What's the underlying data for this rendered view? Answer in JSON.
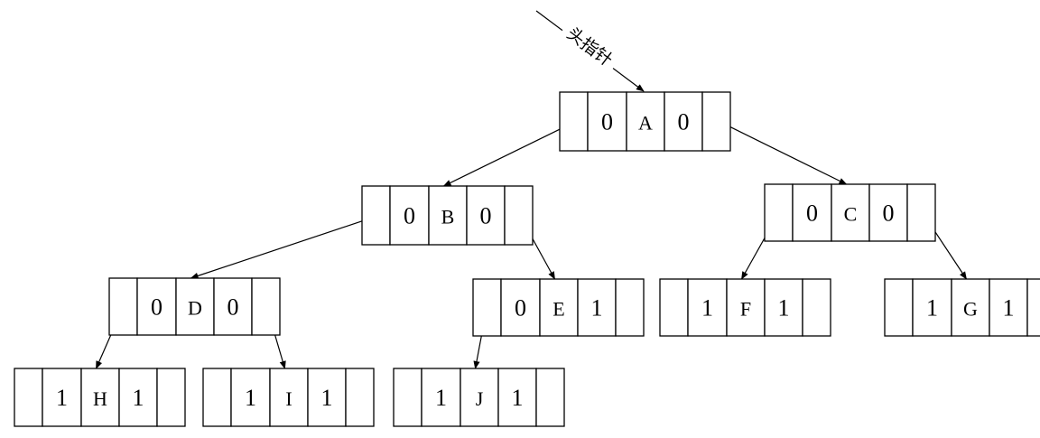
{
  "head_pointer": {
    "label": "头指针"
  },
  "nodes": [
    {
      "id": "A",
      "ltag": "0",
      "data": "A",
      "rtag": "0"
    },
    {
      "id": "B",
      "ltag": "0",
      "data": "B",
      "rtag": "0"
    },
    {
      "id": "C",
      "ltag": "0",
      "data": "C",
      "rtag": "0"
    },
    {
      "id": "D",
      "ltag": "0",
      "data": "D",
      "rtag": "0"
    },
    {
      "id": "E",
      "ltag": "0",
      "data": "E",
      "rtag": "1"
    },
    {
      "id": "F",
      "ltag": "1",
      "data": "F",
      "rtag": "1"
    },
    {
      "id": "G",
      "ltag": "1",
      "data": "G",
      "rtag": "1"
    },
    {
      "id": "H",
      "ltag": "1",
      "data": "H",
      "rtag": "1"
    },
    {
      "id": "I",
      "ltag": "1",
      "data": "I",
      "rtag": "1"
    },
    {
      "id": "J",
      "ltag": "1",
      "data": "J",
      "rtag": "1"
    }
  ],
  "edges": [
    {
      "from": "A",
      "to": "B",
      "side": "left"
    },
    {
      "from": "A",
      "to": "C",
      "side": "right"
    },
    {
      "from": "B",
      "to": "D",
      "side": "left"
    },
    {
      "from": "B",
      "to": "E",
      "side": "right"
    },
    {
      "from": "C",
      "to": "F",
      "side": "left"
    },
    {
      "from": "C",
      "to": "G",
      "side": "right"
    },
    {
      "from": "D",
      "to": "H",
      "side": "left"
    },
    {
      "from": "D",
      "to": "I",
      "side": "right"
    },
    {
      "from": "E",
      "to": "J",
      "side": "left"
    }
  ]
}
